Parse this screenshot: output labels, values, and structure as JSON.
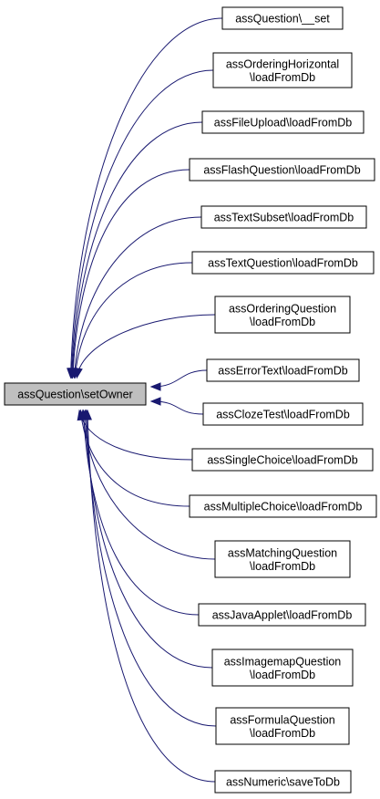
{
  "graph": {
    "edge_color": "#191970",
    "root": {
      "lines": [
        "assQuestion\\setOwner"
      ],
      "fill": "#bfbfbf"
    },
    "callers": [
      {
        "lines": [
          "assQuestion\\__set"
        ]
      },
      {
        "lines": [
          "assOrderingHorizontal",
          "\\loadFromDb"
        ]
      },
      {
        "lines": [
          "assFileUpload\\loadFromDb"
        ]
      },
      {
        "lines": [
          "assFlashQuestion\\loadFromDb"
        ]
      },
      {
        "lines": [
          "assTextSubset\\loadFromDb"
        ]
      },
      {
        "lines": [
          "assTextQuestion\\loadFromDb"
        ]
      },
      {
        "lines": [
          "assOrderingQuestion",
          "\\loadFromDb"
        ]
      },
      {
        "lines": [
          "assErrorText\\loadFromDb"
        ]
      },
      {
        "lines": [
          "assClozeTest\\loadFromDb"
        ]
      },
      {
        "lines": [
          "assSingleChoice\\loadFromDb"
        ]
      },
      {
        "lines": [
          "assMultipleChoice\\loadFromDb"
        ]
      },
      {
        "lines": [
          "assMatchingQuestion",
          "\\loadFromDb"
        ]
      },
      {
        "lines": [
          "assJavaApplet\\loadFromDb"
        ]
      },
      {
        "lines": [
          "assImagemapQuestion",
          "\\loadFromDb"
        ]
      },
      {
        "lines": [
          "assFormulaQuestion",
          "\\loadFromDb"
        ]
      },
      {
        "lines": [
          "assNumeric\\saveToDb"
        ]
      }
    ]
  }
}
